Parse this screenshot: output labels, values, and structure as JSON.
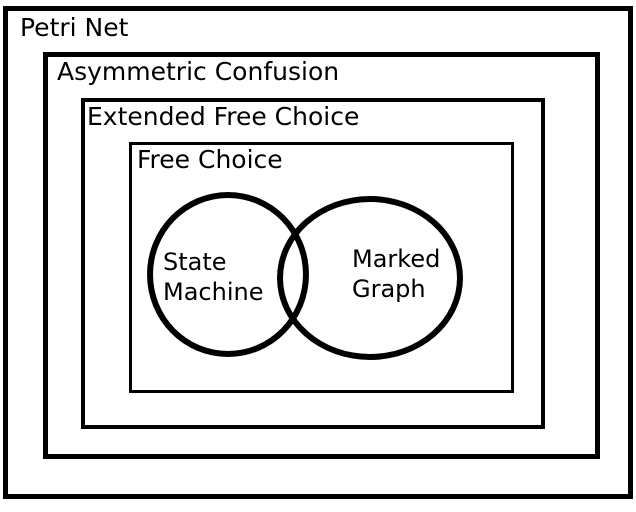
{
  "diagram": {
    "type": "nested-euler-diagram",
    "background_color": "#ffffff",
    "stroke_color": "#000000",
    "sets": {
      "petri_net": {
        "label": "Petri Net",
        "shape": "rectangle"
      },
      "asymmetric_confusion": {
        "label": "Asymmetric Confusion",
        "shape": "rectangle"
      },
      "extended_free_choice": {
        "label": "Extended Free Choice",
        "shape": "rectangle"
      },
      "free_choice": {
        "label": "Free Choice",
        "shape": "rectangle"
      },
      "state_machine": {
        "label": "State Machine",
        "shape": "ellipse"
      },
      "marked_graph": {
        "label": "Marked Graph",
        "shape": "ellipse"
      }
    }
  }
}
